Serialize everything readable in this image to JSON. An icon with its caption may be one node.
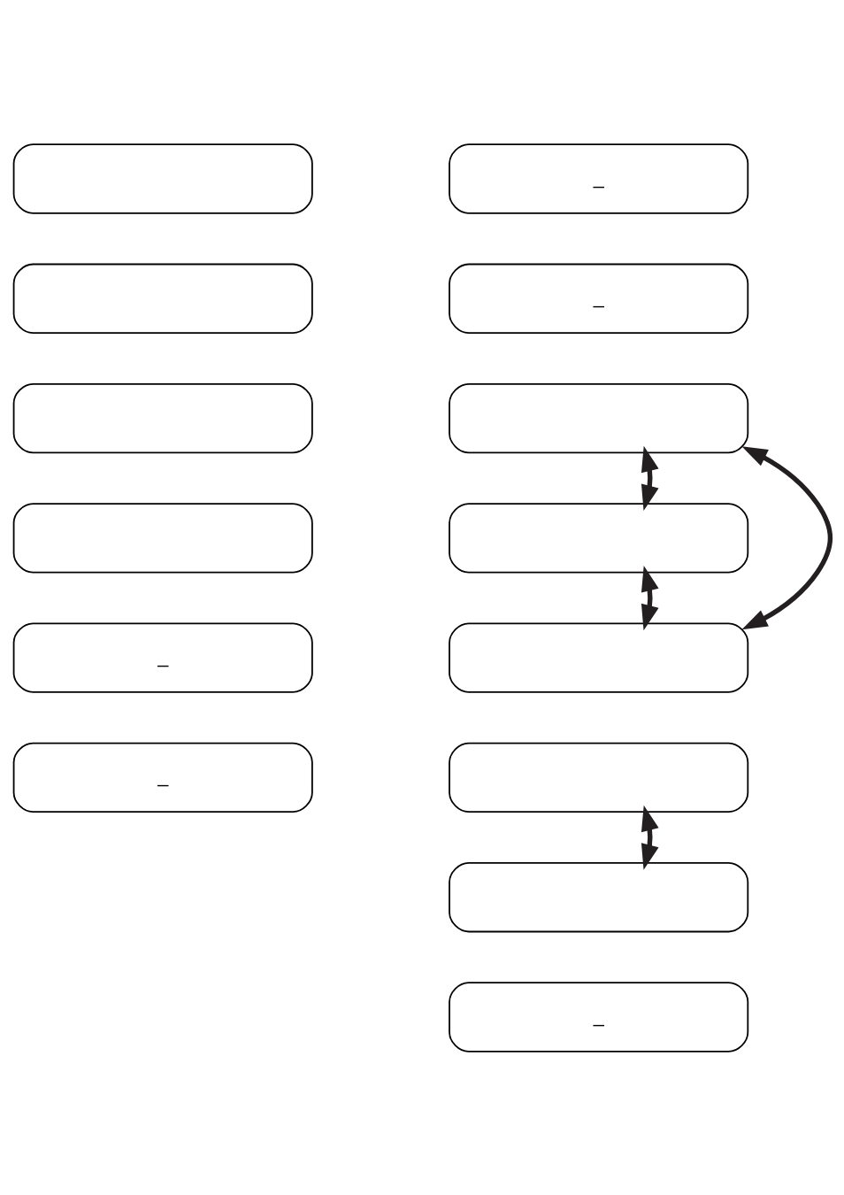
{
  "diagram": {
    "nodes": [
      {
        "text": [],
        "shape": "box"
      },
      {
        "text": [],
        "shape": "box"
      },
      {
        "text": [],
        "shape": "box"
      },
      {
        "text": [],
        "shape": "box"
      },
      {
        "text": [
          "_"
        ]
      },
      {
        "text": [
          "_"
        ]
      },
      {
        "text": [
          "_"
        ]
      },
      {
        "text": [
          "_"
        ]
      },
      {
        "text": [],
        "shape": "box"
      },
      {
        "text": [],
        "shape": "box"
      },
      {
        "text": [],
        "shape": "box"
      },
      {
        "text": [],
        "shape": "box"
      },
      {
        "text": [],
        "shape": "box"
      },
      {
        "text": [
          "_"
        ]
      }
    ],
    "edges": [
      {
        "from": 8,
        "to": 9,
        "arrow": "both"
      },
      {
        "from": 9,
        "to": 10,
        "arrow": "both"
      },
      {
        "from": 8,
        "to": 10,
        "arrow": "both"
      },
      {
        "from": 11,
        "to": 12,
        "arrow": "both"
      }
    ]
  }
}
